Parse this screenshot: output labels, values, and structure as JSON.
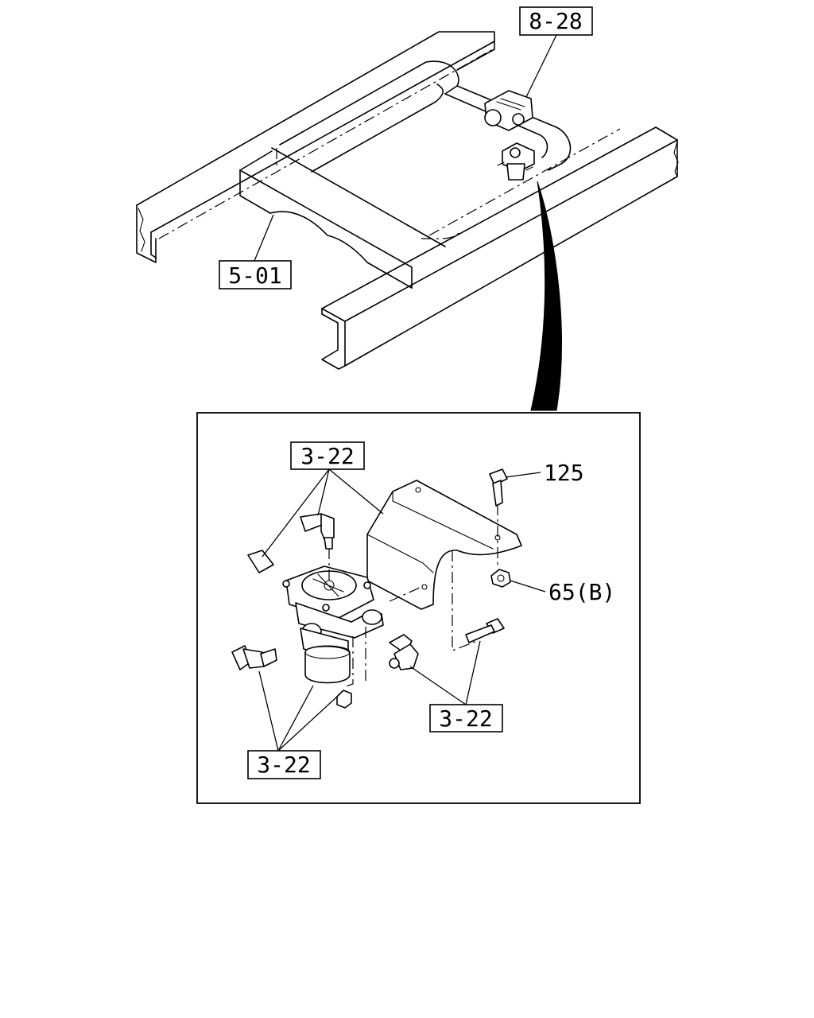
{
  "callouts": {
    "top_frame_ref": "8-28",
    "crossmember_ref": "5-01",
    "fitting_top_ref": "3-22",
    "fitting_right_ref": "3-22",
    "fitting_left_ref": "3-22",
    "bolt_ref": "125",
    "nut_ref": "65(B)"
  }
}
